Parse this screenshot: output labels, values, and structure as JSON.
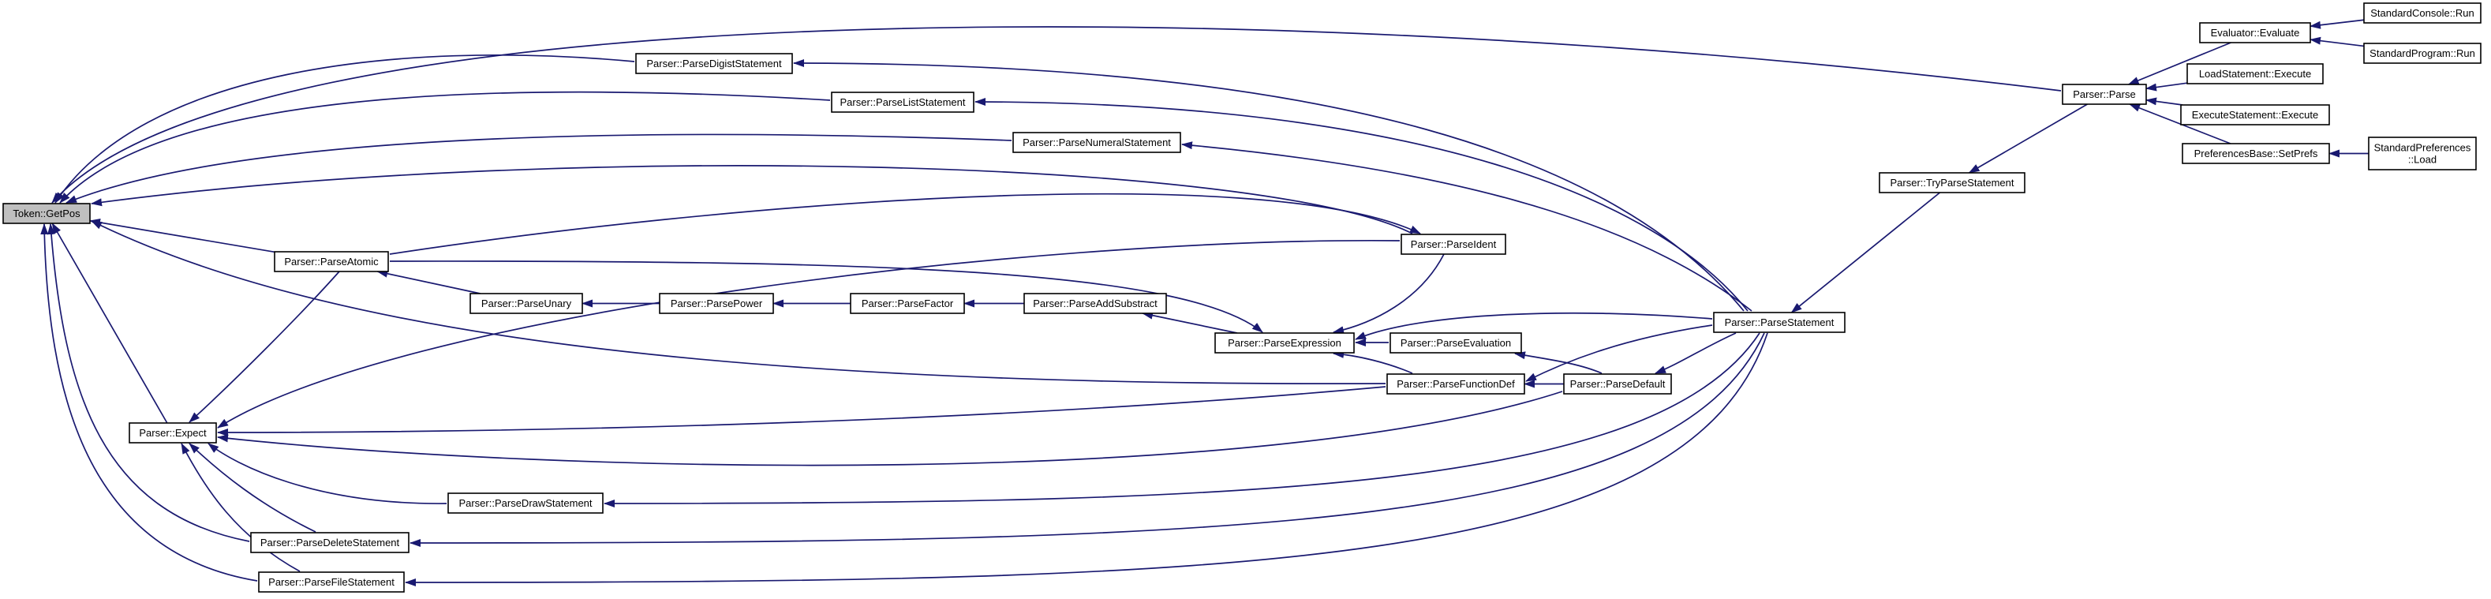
{
  "graph": {
    "nodes": [
      {
        "id": "token_getpos",
        "label": "Token::GetPos",
        "focus": true
      },
      {
        "id": "expect",
        "label": "Parser::Expect"
      },
      {
        "id": "parseatomic",
        "label": "Parser::ParseAtomic"
      },
      {
        "id": "parsedeletestatement",
        "label": "Parser::ParseDeleteStatement"
      },
      {
        "id": "parsefilestatement",
        "label": "Parser::ParseFileStatement"
      },
      {
        "id": "parsedrawstatement",
        "label": "Parser::ParseDrawStatement"
      },
      {
        "id": "parseunary",
        "label": "Parser::ParseUnary"
      },
      {
        "id": "parsepower",
        "label": "Parser::ParsePower"
      },
      {
        "id": "parsefactor",
        "label": "Parser::ParseFactor"
      },
      {
        "id": "parseaddsubstract",
        "label": "Parser::ParseAddSubstract"
      },
      {
        "id": "parsedigiststatement",
        "label": "Parser::ParseDigistStatement"
      },
      {
        "id": "parseliststatement",
        "label": "Parser::ParseListStatement"
      },
      {
        "id": "parsenumeralstatement",
        "label": "Parser::ParseNumeralStatement"
      },
      {
        "id": "parseexpression",
        "label": "Parser::ParseExpression"
      },
      {
        "id": "parseident",
        "label": "Parser::ParseIdent"
      },
      {
        "id": "parseevaluation",
        "label": "Parser::ParseEvaluation"
      },
      {
        "id": "parsefunctiondef",
        "label": "Parser::ParseFunctionDef"
      },
      {
        "id": "parsedefault",
        "label": "Parser::ParseDefault"
      },
      {
        "id": "parsestatement",
        "label": "Parser::ParseStatement"
      },
      {
        "id": "tryparsestatement",
        "label": "Parser::TryParseStatement"
      },
      {
        "id": "parse",
        "label": "Parser::Parse"
      },
      {
        "id": "evaluator_evaluate",
        "label": "Evaluator::Evaluate"
      },
      {
        "id": "loadstatement_execute",
        "label": "LoadStatement::Execute"
      },
      {
        "id": "executestatement_execute",
        "label": "ExecuteStatement::Execute"
      },
      {
        "id": "preferencesbase_setprefs",
        "label": "PreferencesBase::SetPrefs"
      },
      {
        "id": "standardconsole_run",
        "label": "StandardConsole::Run"
      },
      {
        "id": "standardprogram_run",
        "label": "StandardProgram::Run"
      },
      {
        "id": "standardpreferences_load",
        "label": "StandardPreferences::Load",
        "lines": [
          "StandardPreferences",
          "::Load"
        ]
      }
    ],
    "edges": [
      {
        "from": "expect",
        "to": "token_getpos"
      },
      {
        "from": "parseatomic",
        "to": "token_getpos"
      },
      {
        "from": "parsedeletestatement",
        "to": "token_getpos"
      },
      {
        "from": "parsefilestatement",
        "to": "token_getpos"
      },
      {
        "from": "parsedigiststatement",
        "to": "token_getpos"
      },
      {
        "from": "parseliststatement",
        "to": "token_getpos"
      },
      {
        "from": "parsenumeralstatement",
        "to": "token_getpos"
      },
      {
        "from": "parseident",
        "to": "token_getpos"
      },
      {
        "from": "parsefunctiondef",
        "to": "token_getpos"
      },
      {
        "from": "parse",
        "to": "token_getpos"
      },
      {
        "from": "parseatomic",
        "to": "expect"
      },
      {
        "from": "parsedeletestatement",
        "to": "expect"
      },
      {
        "from": "parsefilestatement",
        "to": "expect"
      },
      {
        "from": "parsedrawstatement",
        "to": "expect"
      },
      {
        "from": "parseident",
        "to": "expect"
      },
      {
        "from": "parsefunctiondef",
        "to": "expect"
      },
      {
        "from": "parsedefault",
        "to": "expect"
      },
      {
        "from": "parseunary",
        "to": "parseatomic"
      },
      {
        "from": "parsepower",
        "to": "parseunary"
      },
      {
        "from": "parsefactor",
        "to": "parsepower"
      },
      {
        "from": "parseaddsubstract",
        "to": "parsefactor"
      },
      {
        "from": "parseexpression",
        "to": "parseaddsubstract"
      },
      {
        "from": "parseatomic",
        "to": "parseexpression"
      },
      {
        "from": "parseident",
        "to": "parseexpression"
      },
      {
        "from": "parseevaluation",
        "to": "parseexpression"
      },
      {
        "from": "parsefunctiondef",
        "to": "parseexpression"
      },
      {
        "from": "parsestatement",
        "to": "parseexpression"
      },
      {
        "from": "parseatomic",
        "to": "parseident"
      },
      {
        "from": "parsedefault",
        "to": "parsefunctiondef"
      },
      {
        "from": "parsestatement",
        "to": "parsefunctiondef"
      },
      {
        "from": "parsedefault",
        "to": "parseevaluation"
      },
      {
        "from": "parsestatement",
        "to": "parsedefault"
      },
      {
        "from": "parsestatement",
        "to": "parsedigiststatement"
      },
      {
        "from": "parsestatement",
        "to": "parseliststatement"
      },
      {
        "from": "parsestatement",
        "to": "parsenumeralstatement"
      },
      {
        "from": "parsestatement",
        "to": "parsedrawstatement"
      },
      {
        "from": "parsestatement",
        "to": "parsedeletestatement"
      },
      {
        "from": "parsestatement",
        "to": "parsefilestatement"
      },
      {
        "from": "tryparsestatement",
        "to": "parsestatement"
      },
      {
        "from": "parse",
        "to": "tryparsestatement"
      },
      {
        "from": "evaluator_evaluate",
        "to": "parse"
      },
      {
        "from": "loadstatement_execute",
        "to": "parse"
      },
      {
        "from": "executestatement_execute",
        "to": "parse"
      },
      {
        "from": "preferencesbase_setprefs",
        "to": "parse"
      },
      {
        "from": "standardconsole_run",
        "to": "evaluator_evaluate"
      },
      {
        "from": "standardprogram_run",
        "to": "evaluator_evaluate"
      },
      {
        "from": "standardpreferences_load",
        "to": "preferencesbase_setprefs"
      }
    ]
  },
  "colors": {
    "edge": "#191970",
    "focus_fill": "#bfbfbf",
    "node_fill": "#ffffff",
    "node_border": "#000000"
  }
}
